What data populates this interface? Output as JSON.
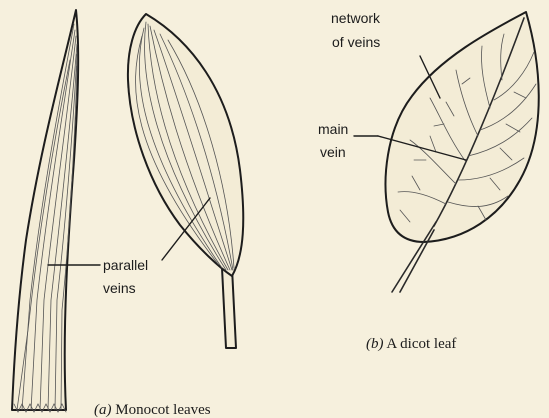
{
  "labels": {
    "parallel_veins_line1": "parallel",
    "parallel_veins_line2": "veins",
    "network_line1": "network",
    "network_line2": "of veins",
    "main_vein_line1": "main",
    "main_vein_line2": "vein",
    "caption_a_letter": "(a)",
    "caption_a_text": " Monocot leaves",
    "caption_b_letter": "(b)",
    "caption_b_text": " A dicot leaf"
  }
}
